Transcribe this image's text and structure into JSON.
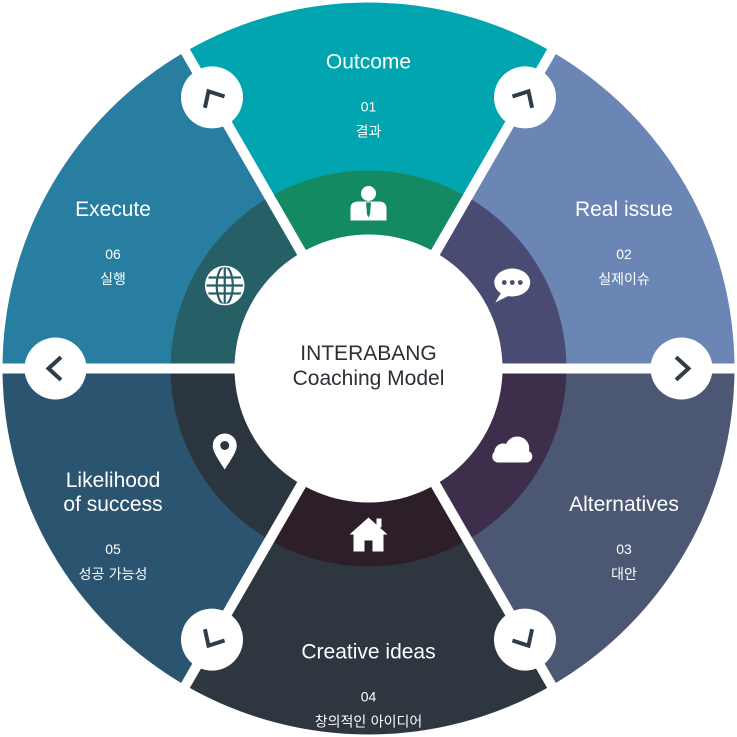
{
  "center": {
    "line1": "INTERABANG",
    "line2": "Coaching Model"
  },
  "segments": [
    {
      "title_lines": [
        "Outcome"
      ],
      "number": "01",
      "korean": "결과",
      "outer_color": "#00a5b0",
      "inner_color": "#148a63",
      "icon": "person-icon"
    },
    {
      "title_lines": [
        "Real issue"
      ],
      "number": "02",
      "korean": "실제이슈",
      "outer_color": "#6b85b4",
      "inner_color": "#4a4b73",
      "icon": "speech-bubble-icon"
    },
    {
      "title_lines": [
        "Alternatives"
      ],
      "number": "03",
      "korean": "대안",
      "outer_color": "#4c5773",
      "inner_color": "#3d2e4b",
      "icon": "cloud-icon"
    },
    {
      "title_lines": [
        "Creative ideas"
      ],
      "number": "04",
      "korean": "창의적인 아이디어",
      "outer_color": "#2e3640",
      "inner_color": "#2c1f29",
      "icon": "home-icon"
    },
    {
      "title_lines": [
        "Likelihood",
        "of success"
      ],
      "number": "05",
      "korean": "성공 가능성",
      "outer_color": "#2b5470",
      "inner_color": "#2b3540",
      "icon": "location-pin-icon"
    },
    {
      "title_lines": [
        "Execute"
      ],
      "number": "06",
      "korean": "실행",
      "outer_color": "#277ea0",
      "inner_color": "#275f67",
      "icon": "globe-icon"
    }
  ],
  "colors": {
    "badge_stroke": "#2f3d4a",
    "center_fill": "#ffffff",
    "icon_fill": "#ffffff"
  }
}
